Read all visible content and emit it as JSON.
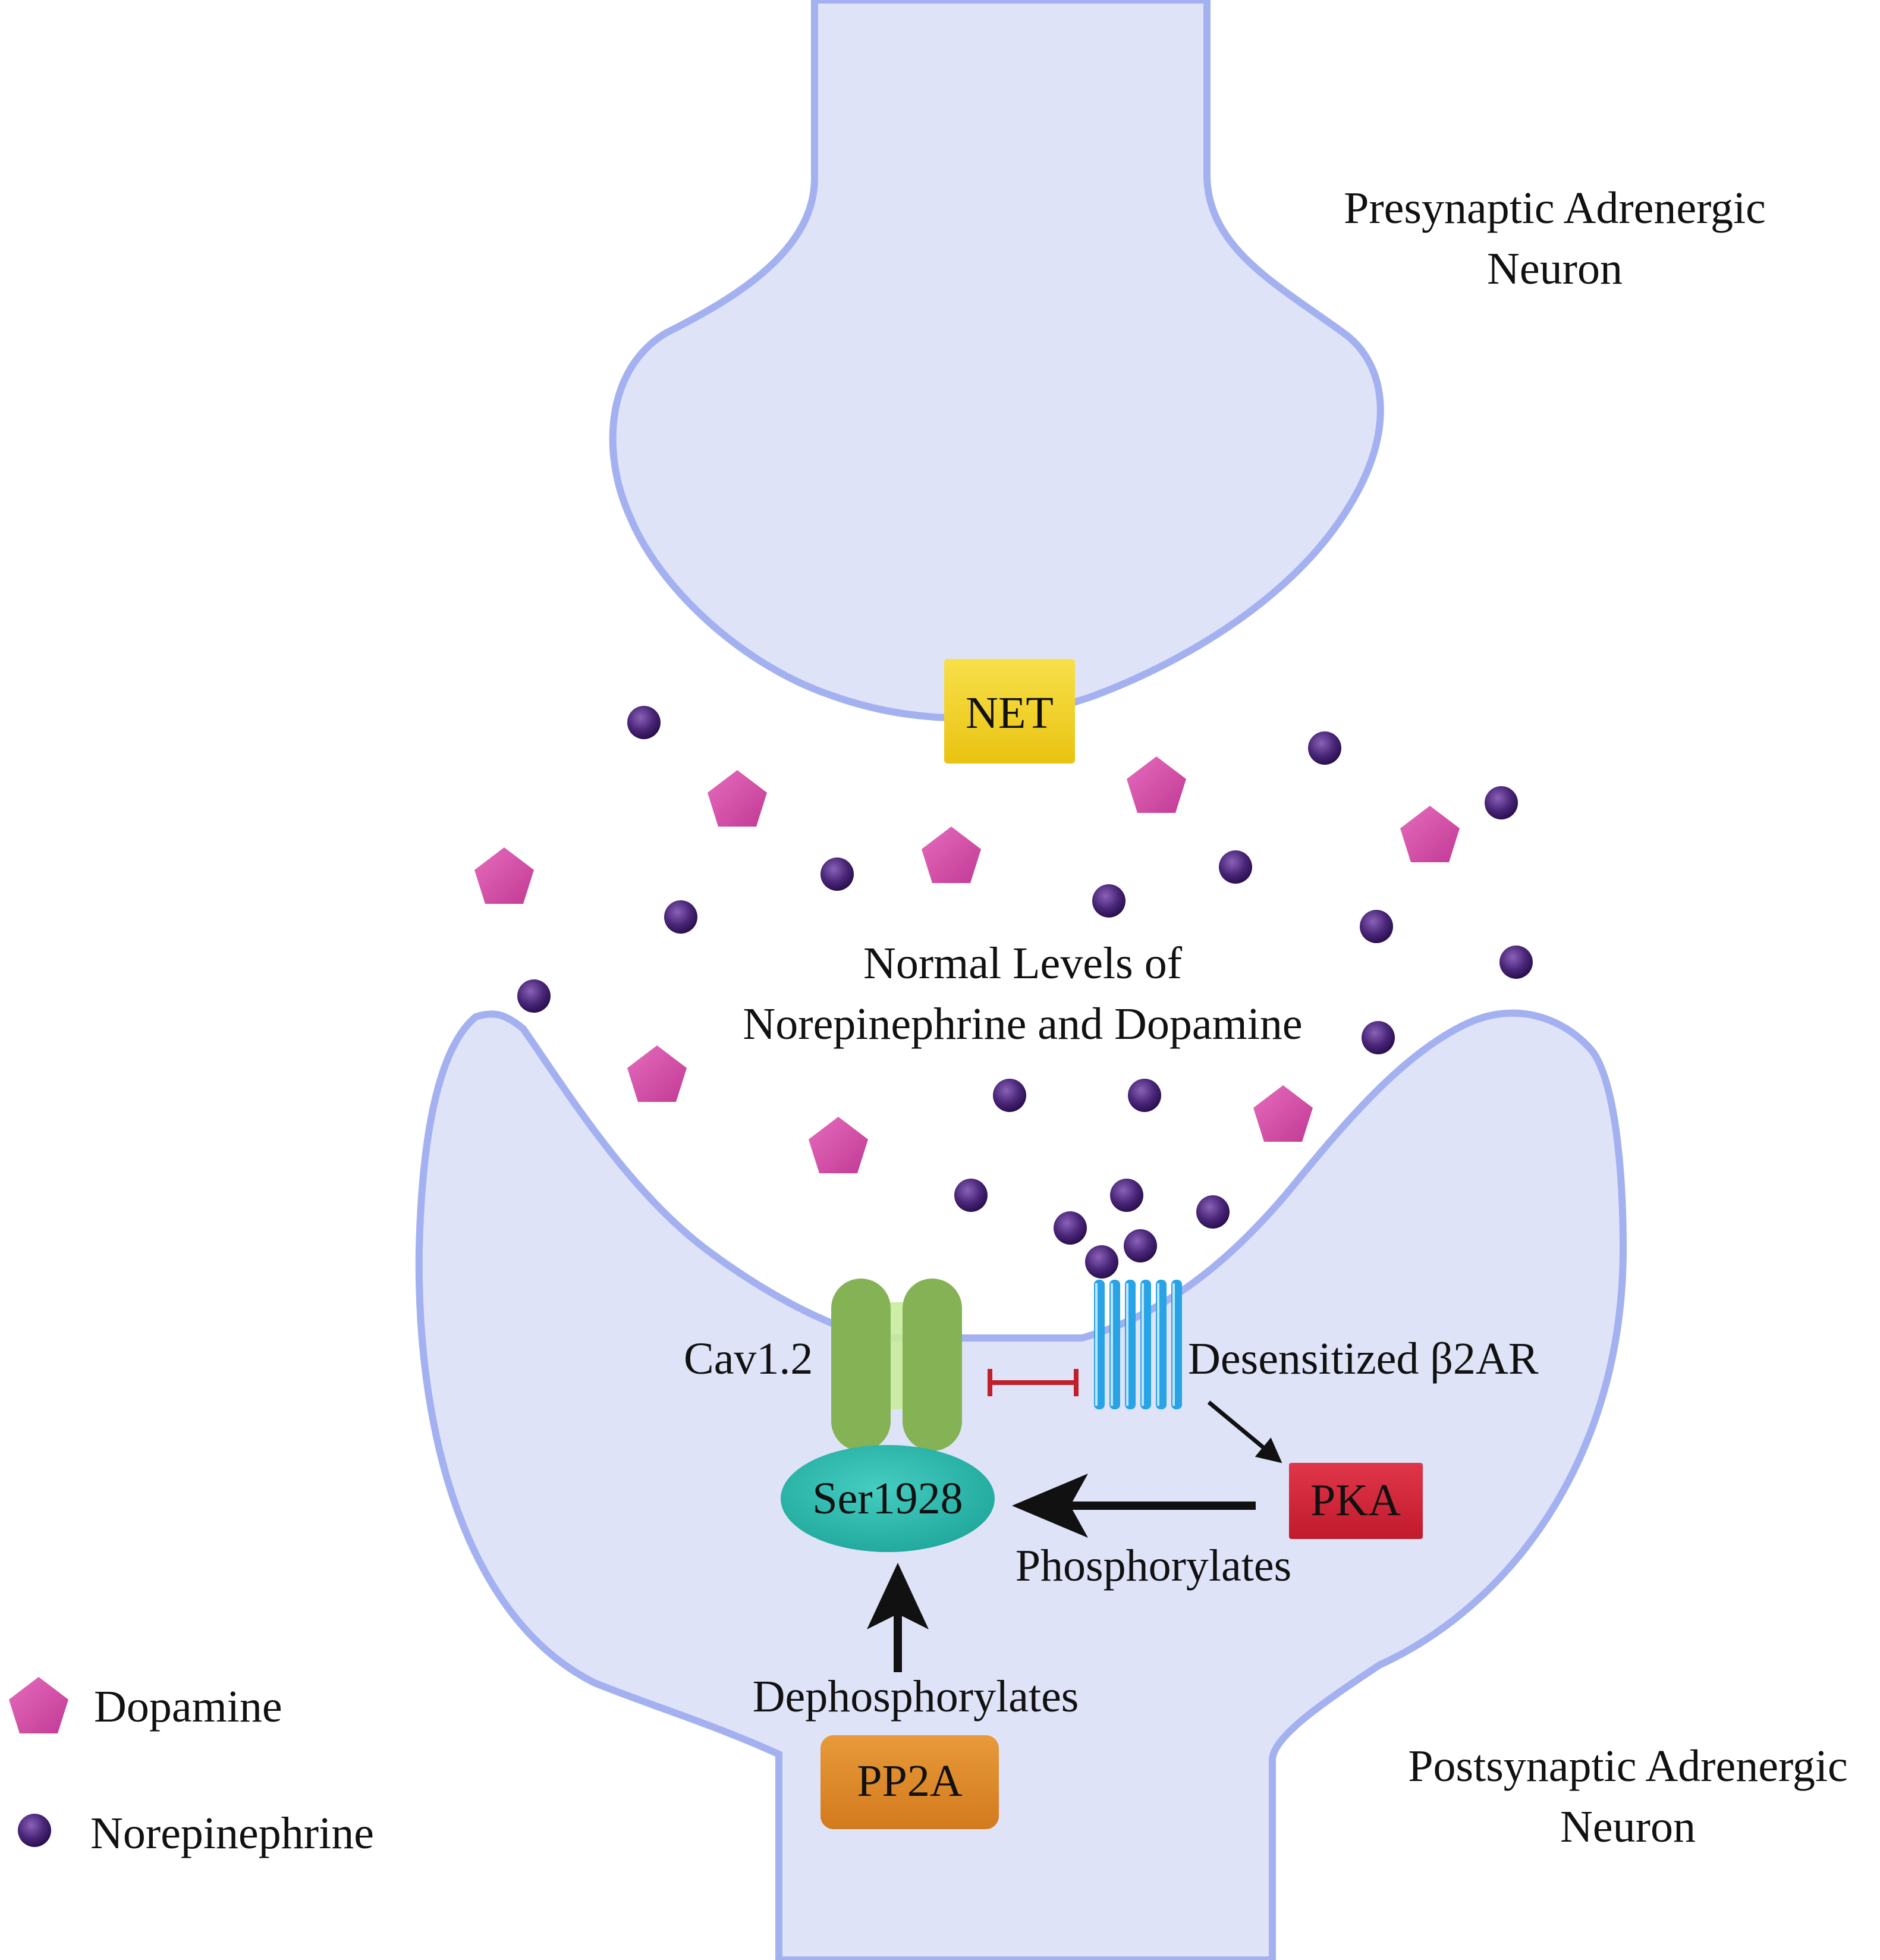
{
  "labels": {
    "presynaptic_line1": "Presynaptic Adrenergic",
    "presynaptic_line2": "Neuron",
    "postsynaptic_line1": "Postsynaptic Adrenergic",
    "postsynaptic_line2": "Neuron",
    "cleft_line1": "Normal Levels of",
    "cleft_line2": "Norepinephrine and Dopamine",
    "cav": "Cav1.2",
    "b2ar": "Desensitized β2AR",
    "phosphorylates": "Phosphorylates",
    "dephosphorylates": "Dephosphorylates"
  },
  "boxes": {
    "net": "NET",
    "pka": "PKA",
    "pp2a": "PP2A",
    "ser": "Ser1928"
  },
  "legend": {
    "dopamine": "Dopamine",
    "norepinephrine": "Norepinephrine"
  },
  "colors": {
    "neuron_fill": "#dfe3f8",
    "neuron_stroke": "#a3b1f0",
    "dopamine": "#d64ca8",
    "norepinephrine": "#4a2678",
    "net": "#f2d21c",
    "pka": "#d6263a",
    "pp2a": "#df8a2a",
    "ser": "#2cb8ac",
    "cav": "#84b254",
    "b2ar": "#27a3e6",
    "inhibit": "#c0202a"
  },
  "icons": {
    "dopamine": "pentagon",
    "norepinephrine": "circle"
  }
}
